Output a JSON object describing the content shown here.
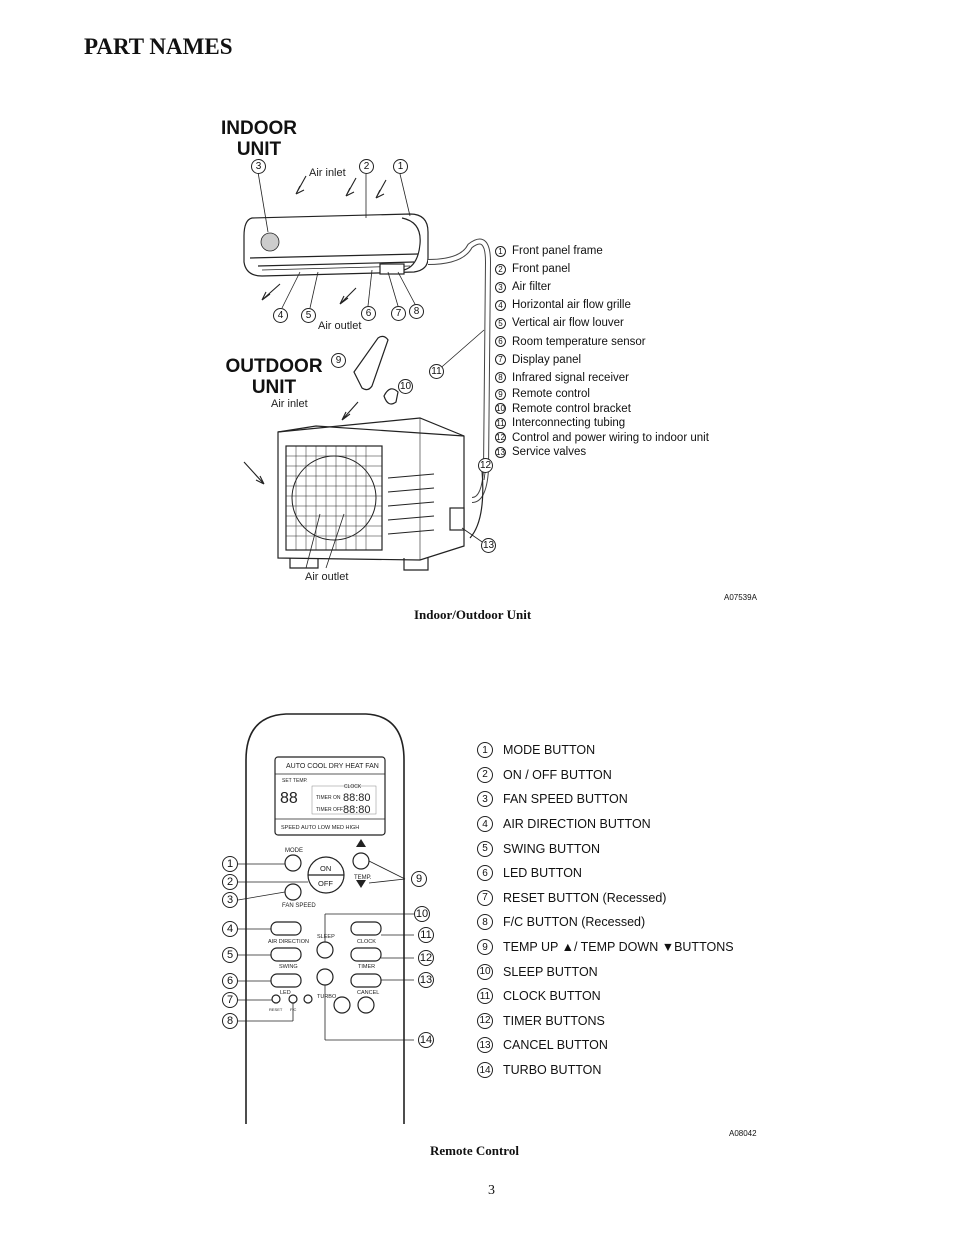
{
  "page": {
    "title": "PART NAMES",
    "page_number": "3"
  },
  "figure1": {
    "indoor_label_line1": "INDOOR",
    "indoor_label_line2": "UNIT",
    "outdoor_label_line1": "OUTDOOR",
    "outdoor_label_line2": "UNIT",
    "air_inlet_top": "Air inlet",
    "air_outlet_indoor": "Air outlet",
    "air_inlet_outdoor": "Air inlet",
    "air_outlet_outdoor": "Air outlet",
    "code": "A07539A",
    "caption": "Indoor/Outdoor Unit",
    "legend": [
      {
        "num": "1",
        "label": "Front panel frame"
      },
      {
        "num": "2",
        "label": "Front panel"
      },
      {
        "num": "3",
        "label": "Air filter"
      },
      {
        "num": "4",
        "label": "Horizontal air flow grille"
      },
      {
        "num": "5",
        "label": "Vertical air flow louver"
      },
      {
        "num": "6",
        "label": "Room temperature sensor"
      },
      {
        "num": "7",
        "label": "Display panel"
      },
      {
        "num": "8",
        "label": "Infrared signal receiver"
      },
      {
        "num": "9",
        "label": "Remote control"
      },
      {
        "num": "10",
        "label": "Remote control bracket"
      },
      {
        "num": "11",
        "label": "Interconnecting tubing"
      },
      {
        "num": "12",
        "label": "Control and power wiring to indoor unit"
      },
      {
        "num": "13",
        "label": "Service valves"
      }
    ]
  },
  "figure2": {
    "code": "A08042",
    "caption": "Remote Control",
    "lcd": {
      "modes": "AUTO COOL DRY HEAT FAN",
      "set_temp": "SET TEMP.",
      "clock": "CLOCK",
      "timer_on": "TIMER ON",
      "timer_off": "TIMER OFF",
      "digits_on": "88:80",
      "digits_off": "88:80",
      "temp_digits": "88",
      "speed": "SPEED",
      "fan_levels": "AUTO LOW MED HIGH"
    },
    "buttons": {
      "mode": "MODE",
      "on": "ON",
      "off": "OFF",
      "temp": "TEMP.",
      "fan_speed": "FAN SPEED",
      "air_direction": "AIR DIRECTION",
      "sleep": "SLEEP",
      "clock": "CLOCK",
      "swing": "SWING",
      "timer": "TIMER",
      "led": "LED",
      "cancel": "CANCEL",
      "reset": "RESET",
      "fc": "F/C",
      "turbo": "TURBO"
    },
    "legend": [
      {
        "num": "1",
        "label": "MODE BUTTON"
      },
      {
        "num": "2",
        "label": "ON / OFF BUTTON"
      },
      {
        "num": "3",
        "label": "FAN SPEED BUTTON"
      },
      {
        "num": "4",
        "label": "AIR DIRECTION BUTTON"
      },
      {
        "num": "5",
        "label": "SWING BUTTON"
      },
      {
        "num": "6",
        "label": "LED BUTTON"
      },
      {
        "num": "7",
        "label": "RESET BUTTON (Recessed)"
      },
      {
        "num": "8",
        "label": "F/C BUTTON (Recessed)"
      },
      {
        "num": "9",
        "label": "TEMP UP ▲/ TEMP DOWN ▼BUTTONS"
      },
      {
        "num": "10",
        "label": "SLEEP BUTTON"
      },
      {
        "num": "11",
        "label": "CLOCK BUTTON"
      },
      {
        "num": "12",
        "label": "TIMER BUTTONS"
      },
      {
        "num": "13",
        "label": "CANCEL BUTTON"
      },
      {
        "num": "14",
        "label": "TURBO BUTTON"
      }
    ]
  }
}
